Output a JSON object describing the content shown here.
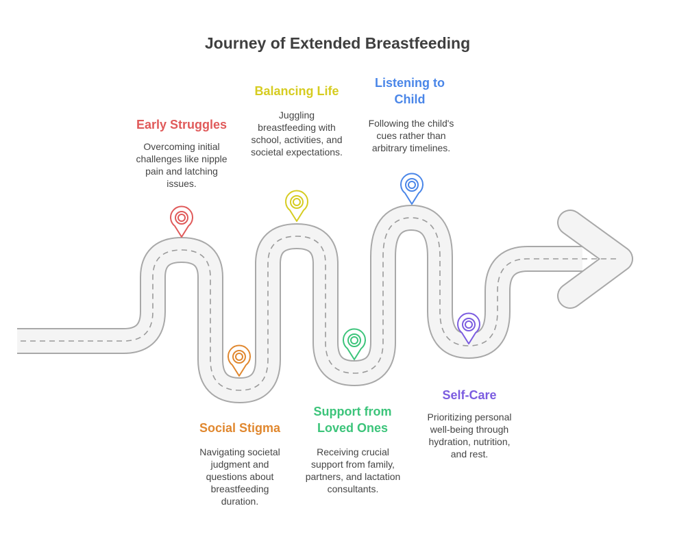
{
  "title": "Journey of Extended Breastfeeding",
  "stages": [
    {
      "id": "early-struggles",
      "title": "Early Struggles",
      "description": "Overcoming initial challenges like nipple pain and latching issues.",
      "color": "#e05a5a"
    },
    {
      "id": "social-stigma",
      "title": "Social Stigma",
      "description": "Navigating societal judgment and questions about breastfeeding duration.",
      "color": "#e0872e"
    },
    {
      "id": "balancing-life",
      "title": "Balancing Life",
      "description": "Juggling breastfeeding with school, activities, and societal expectations.",
      "color": "#d6cc20"
    },
    {
      "id": "support-loved-ones",
      "title": "Support from Loved Ones",
      "description": "Receiving crucial support from family, partners, and lactation consultants.",
      "color": "#3cc47a"
    },
    {
      "id": "listening-to-child",
      "title": "Listening to Child",
      "description": "Following the child's cues rather than arbitrary timelines.",
      "color": "#4a86e8"
    },
    {
      "id": "self-care",
      "title": "Self-Care",
      "description": "Prioritizing personal well-being through hydration, nutrition, and rest.",
      "color": "#7b5ce0"
    }
  ],
  "road_colors": {
    "fill": "#f4f4f4",
    "edge": "#a8a8a8",
    "dash": "#9a9a9a"
  }
}
